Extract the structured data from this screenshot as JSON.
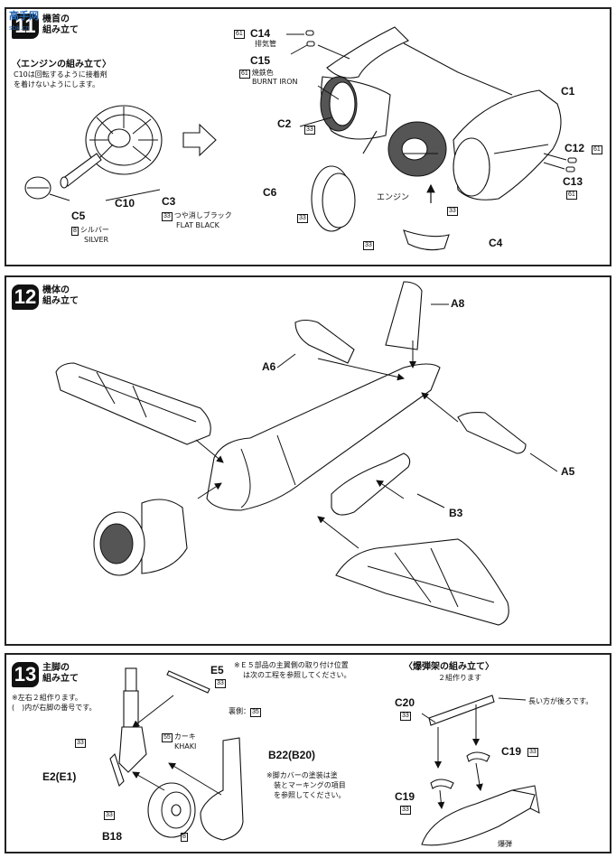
{
  "watermark": {
    "logo": "高手网",
    "sub": "sbk.cn"
  },
  "step11": {
    "number": "11",
    "title_line1": "機首の",
    "title_line2": "組み立て",
    "heading": "〈エンジンの組み立て〉",
    "note_line1": "C10は回転するように接着剤",
    "note_line2": "を着けないようにします。",
    "labels": {
      "c14": "C14",
      "c15": "C15",
      "c1": "C1",
      "c2": "C2",
      "c12": "C12",
      "c13": "C13",
      "c10": "C10",
      "c3": "C3",
      "c5": "C5",
      "c6": "C6",
      "c4": "C4",
      "engine": "エンジン"
    },
    "paint": {
      "c14_num": "61",
      "c14_name": "排気管",
      "c15_num": "61",
      "c15_name": "焼鉄色",
      "c15_en": "BURNT IRON",
      "c2_num": "33",
      "c12_num": "61",
      "c13_num": "61",
      "c3_num": "33",
      "c3_name": "つや消しブラック",
      "c3_en": "FLAT BLACK",
      "c5_num": "8",
      "c5_name": "シルバー",
      "c5_en": "SILVER",
      "c6_num": "33",
      "c1_num": "33",
      "c4_num": "33"
    }
  },
  "step12": {
    "number": "12",
    "title_line1": "機体の",
    "title_line2": "組み立て",
    "labels": {
      "a8": "A8",
      "a6": "A6",
      "a5": "A5",
      "b3": "B3"
    }
  },
  "step13": {
    "number": "13",
    "title_line1": "主脚の",
    "title_line2": "組み立て",
    "note_line1": "※左右２組作ります。",
    "note_line2": "(　)内が右脚の番号です。",
    "e5_note_line1": "※Ｅ５部品の主翼側の取り付け位置",
    "e5_note_line2": "は次の工程を参照してください。",
    "labels": {
      "e5": "E5",
      "e2": "E2(E1)",
      "b18": "B18",
      "b22": "B22(B20)"
    },
    "paint": {
      "e5_num": "33",
      "strut_num": "33",
      "khaki_num": "55",
      "khaki_name": "カーキ",
      "khaki_en": "KHAKI",
      "inner_label": "裏側：",
      "inner_num": "35",
      "b18_num": "33",
      "wheel_num": "8"
    },
    "cover_note_line1": "※脚カバーの塗装は塗",
    "cover_note_line2": "装とマーキングの項目",
    "cover_note_line3": "を参照してください。",
    "bomb": {
      "heading": "〈爆弾架の組み立て〉",
      "sub": "２組作ります",
      "c20": "C20",
      "c20_num": "33",
      "c19a": "C19",
      "c19a_num": "33",
      "c19b": "C19",
      "c19b_num": "33",
      "long_note": "長い方が後ろです。",
      "bomb_label": "爆弾"
    }
  }
}
